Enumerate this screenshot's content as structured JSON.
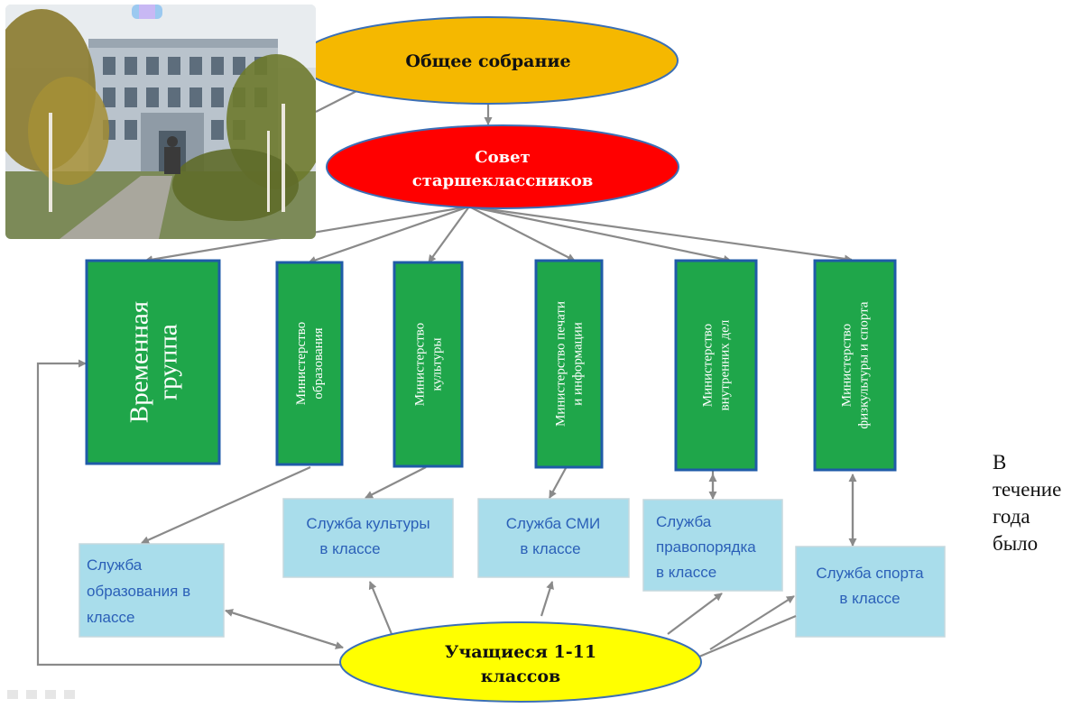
{
  "diagram": {
    "general_meeting": "Общее собрание",
    "council": [
      "Совет",
      "старшеклассников"
    ],
    "ministries": [
      {
        "lines": [
          "Временная",
          "группа"
        ]
      },
      {
        "lines": [
          "Министерство",
          "образования"
        ]
      },
      {
        "lines": [
          "Министерство",
          "культуры"
        ]
      },
      {
        "lines": [
          "Министерство печати",
          "и информации"
        ]
      },
      {
        "lines": [
          "Министерство",
          "внутренних дел"
        ]
      },
      {
        "lines": [
          "Министерство",
          "физкультуры и спорта"
        ]
      }
    ],
    "services": [
      {
        "lines": [
          "Служба",
          "образования в",
          "классе"
        ]
      },
      {
        "lines": [
          "Служба культуры",
          "в классе"
        ]
      },
      {
        "lines": [
          "Служба СМИ",
          "в классе"
        ]
      },
      {
        "lines": [
          "Служба",
          "правопорядка",
          "в классе"
        ]
      },
      {
        "lines": [
          "Служба спорта",
          "в классе"
        ]
      }
    ],
    "students": [
      "Учащиеся 1-11",
      "классов"
    ]
  },
  "side_text": [
    "В",
    "течение",
    "года",
    "было"
  ],
  "colors": {
    "general_meeting_fill": "#F5B800",
    "council_fill": "#FF0000",
    "ministry_fill": "#1FA64A",
    "service_fill": "#A9DDEB",
    "students_fill": "#FFFF00",
    "arrow": "#8A8A8A"
  }
}
